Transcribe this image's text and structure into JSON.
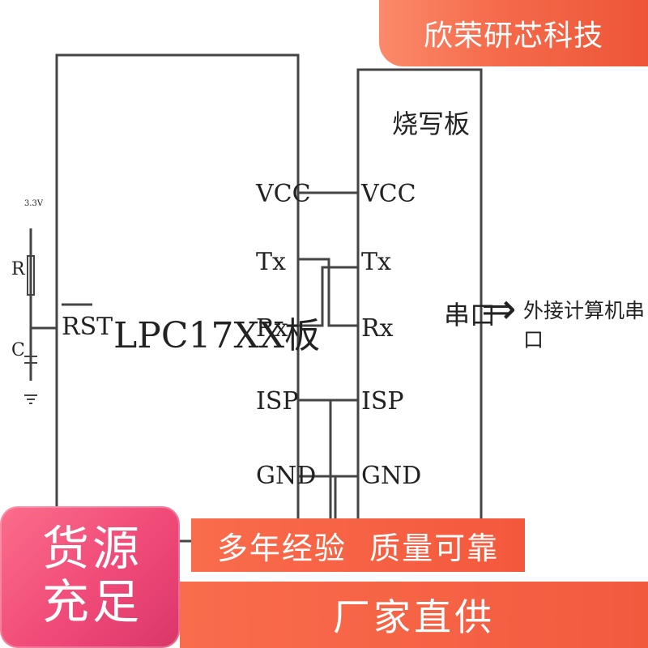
{
  "banner": {
    "company": "欣荣研芯科技"
  },
  "diagram": {
    "left_board_label": "LPC17XX板",
    "right_board_label": "烧写板",
    "rst_label": "RST",
    "voltage_label": "3.3V",
    "r_label": "R",
    "c_label": "C",
    "left_pins": [
      "VCC",
      "Tx",
      "Rx",
      "ISP",
      "GND"
    ],
    "right_pins": [
      "VCC",
      "Tx",
      "Rx",
      "ISP",
      "GND"
    ],
    "serial_label": "串口",
    "arrow_symbol": "⇒",
    "external_label": "外接计算机串口"
  },
  "promo": {
    "stock_line1": "货源",
    "stock_line2": "充足",
    "experience": "多年经验  质量可靠",
    "factory": "厂家直供"
  }
}
